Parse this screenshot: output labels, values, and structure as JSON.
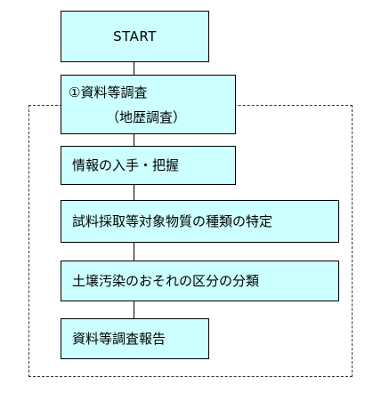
{
  "flowchart": {
    "start": "START",
    "step1": {
      "title": "①資料等調査",
      "subtitle": "（地歴調査）"
    },
    "step2": "情報の入手・把握",
    "step3": "試料採取等対象物質の種類の特定",
    "step4": "土壌汚染のおそれの区分の分類",
    "step5": "資料等調査報告"
  },
  "colors": {
    "box_fill": "#ccffff",
    "box_border": "#000000",
    "frame_border": "#333333"
  }
}
